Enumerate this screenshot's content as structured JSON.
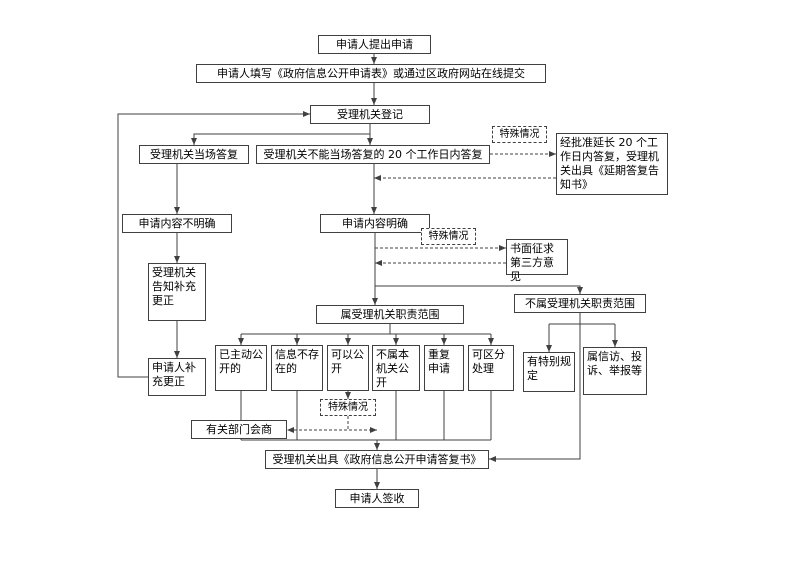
{
  "diagram": {
    "description": "政府信息公开申请流程图",
    "colors": {
      "line": "#404040",
      "box_border": "#404040",
      "box_background": "#ffffff",
      "text": "#000000"
    },
    "nodes": {
      "apply": {
        "label": "申请人提出申请"
      },
      "fill_form": {
        "label": "申请人填写《政府信息公开申请表》或通过区政府网站在线提交"
      },
      "register": {
        "label": "受理机关登记"
      },
      "onspot": {
        "label": "受理机关当场答复"
      },
      "within20": {
        "label": "受理机关不能当场答复的 20 个工作日内答复"
      },
      "special1": {
        "label": "特殊情况"
      },
      "extend": {
        "label": "经批准延长 20 个工作日内答复，受理机关出具《延期答复告知书》"
      },
      "unclear": {
        "label": "申请内容不明确"
      },
      "clear": {
        "label": "申请内容明确"
      },
      "special2": {
        "label": "特殊情况"
      },
      "third_party": {
        "label": "书面征求第三方意见"
      },
      "notify_supplement": {
        "label": "受理机关告知补充更正"
      },
      "in_scope": {
        "label": "属受理机关职责范围"
      },
      "out_scope": {
        "label": "不属受理机关职责范围"
      },
      "applicant_supplement": {
        "label": "申请人补充更正"
      },
      "proactive": {
        "label": "已主动公开的"
      },
      "not_exist": {
        "label": "信息不存在的"
      },
      "can_disclose": {
        "label": "可以公开"
      },
      "not_this_authority": {
        "label": "不属本机关公开"
      },
      "repeat_apply": {
        "label": "重复申请"
      },
      "separable": {
        "label": "可区分处理"
      },
      "special_rule": {
        "label": "有特别规定"
      },
      "petition": {
        "label": "属信访、投诉、举报等"
      },
      "special3": {
        "label": "特殊情况"
      },
      "consult": {
        "label": "有关部门会商"
      },
      "reply_letter": {
        "label": "受理机关出具《政府信息公开申请答复书》"
      },
      "sign": {
        "label": "申请人签收"
      }
    }
  }
}
